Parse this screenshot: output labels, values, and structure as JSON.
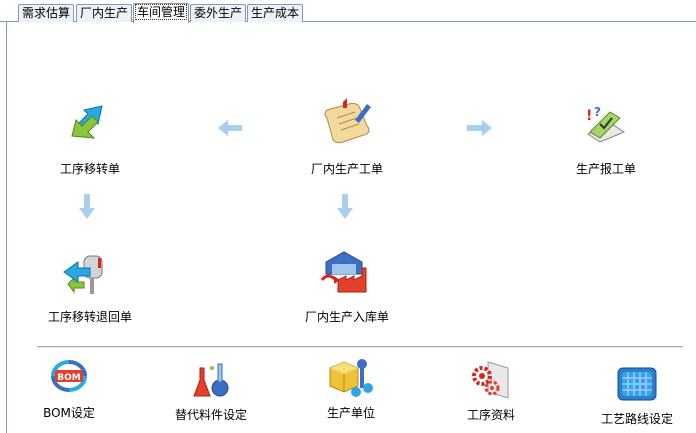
{
  "tabs": [
    {
      "label": "需求估算"
    },
    {
      "label": "厂内生产"
    },
    {
      "label": "车间管理"
    },
    {
      "label": "委外生产"
    },
    {
      "label": "生产成本"
    }
  ],
  "active_tab": "车间管理",
  "flow": {
    "transfer": {
      "label": "工序移转单",
      "icon": "arrows-transfer-icon"
    },
    "work_order": {
      "label": "厂内生产工单",
      "icon": "scroll-document-icon"
    },
    "report": {
      "label": "生产报工单",
      "icon": "notebook-check-icon"
    },
    "transfer_return": {
      "label": "工序移转退回单",
      "icon": "mailbox-return-icon"
    },
    "stock_in": {
      "label": "厂内生产入库单",
      "icon": "factory-warehouse-icon"
    }
  },
  "settings": [
    {
      "label": "BOM设定",
      "icon": "bom-cycle-icon"
    },
    {
      "label": "替代料件设定",
      "icon": "flask-icon"
    },
    {
      "label": "生产单位",
      "icon": "production-unit-icon"
    },
    {
      "label": "工序资料",
      "icon": "gear-book-icon"
    },
    {
      "label": "工艺路线设定",
      "icon": "route-grid-icon"
    }
  ],
  "colors": {
    "arrow": "#a9cfee",
    "tab_border": "#7f9db9",
    "separator": "#a8a8a8"
  }
}
